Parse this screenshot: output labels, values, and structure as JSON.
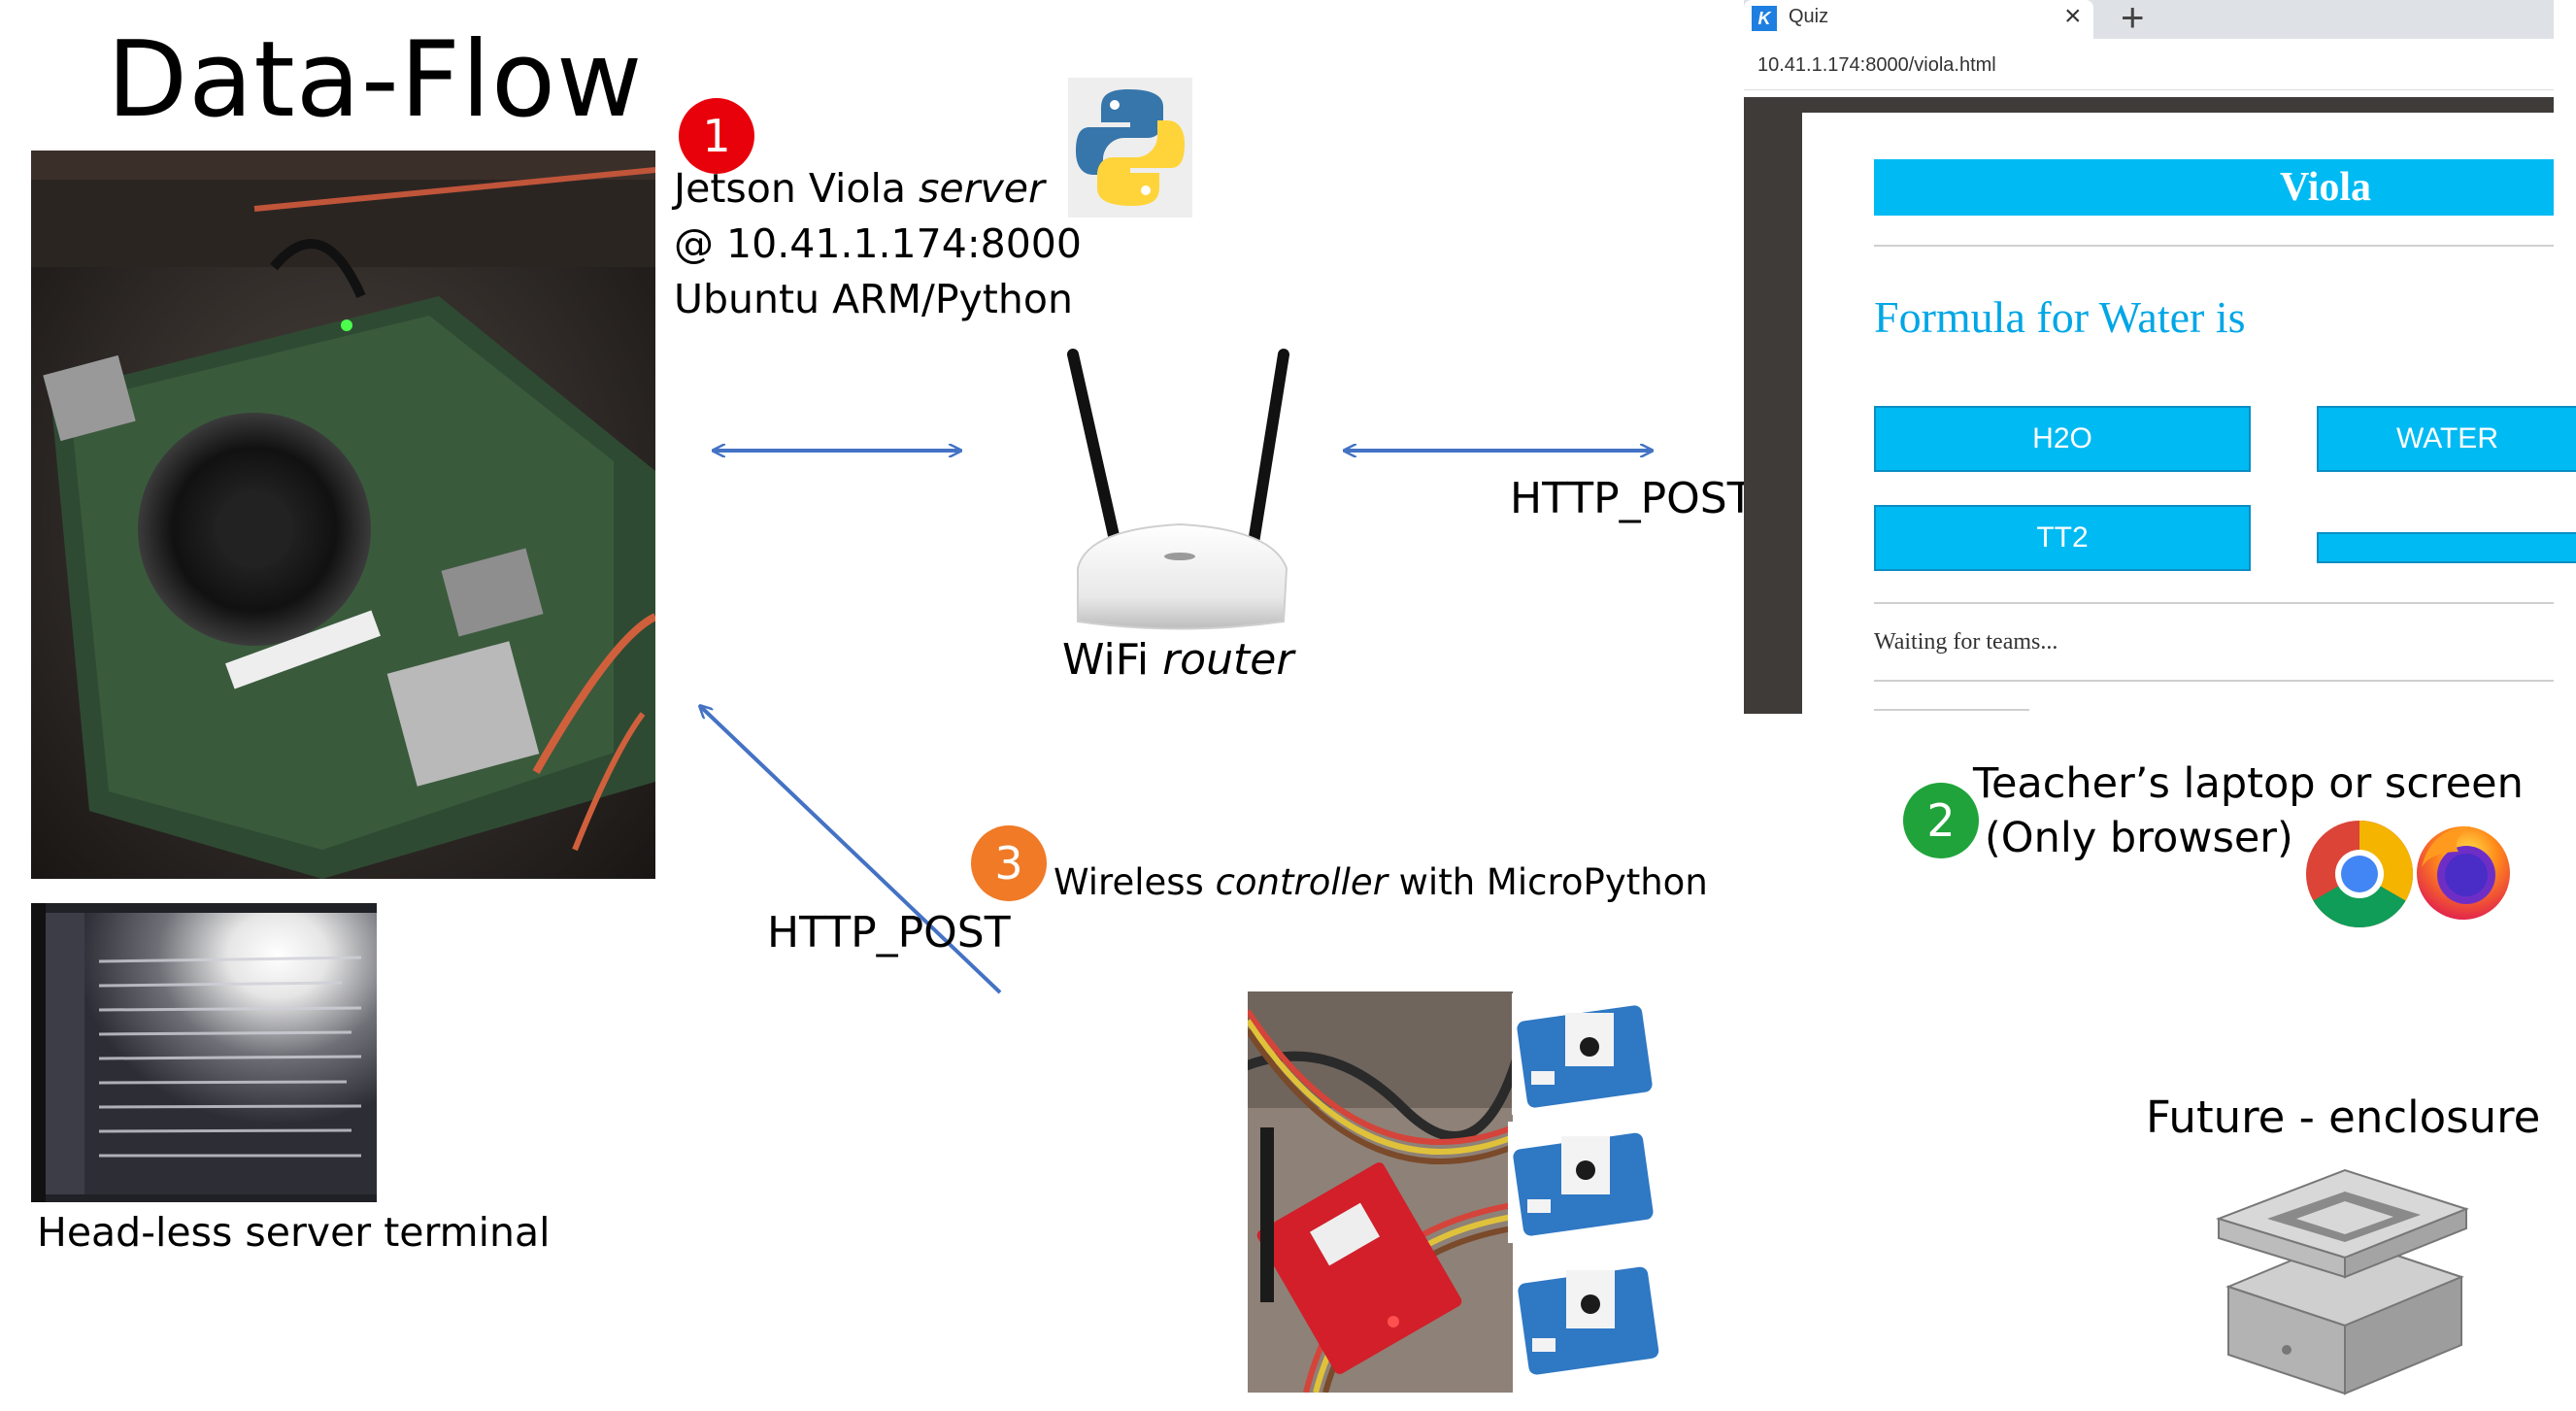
{
  "title": "Data-Flow",
  "server": {
    "badge": "1",
    "line1_prefix": "Jetson Viola ",
    "line1_em": "server",
    "line2": "@ 10.41.1.174:8000",
    "line3": "Ubuntu ARM/Python",
    "badge_color": "#e8000b"
  },
  "router": {
    "label_prefix": "WiFi ",
    "label_em": "router"
  },
  "http_post_right": "HTTP_POST",
  "http_post_left": "HTTP_POST",
  "terminal_caption": "Head-less server terminal",
  "controller": {
    "badge": "3",
    "text_prefix": "Wireless ",
    "text_em": "controller",
    "text_suffix": " with MicroPython",
    "badge_color": "#f07a26"
  },
  "teacher": {
    "badge": "2",
    "line1": "Teacher’s laptop or screen",
    "line2": "(Only browser)",
    "badge_color": "#1fa33a"
  },
  "future": "Future - enclosure",
  "browser": {
    "tab_title": "Quiz",
    "tab_close": "×",
    "new_tab": "+",
    "url": "10.41.1.174:8000/viola.html",
    "app_title": "Viola",
    "question": "Formula for Water is",
    "answers": [
      "H2O",
      "WATER",
      "TT2",
      ""
    ],
    "status": "Waiting for teams...",
    "accent": "#00baf3"
  },
  "arrow_color": "#4472c4",
  "icons": [
    "python-logo",
    "chrome-logo",
    "firefox-logo",
    "wifi-router"
  ]
}
